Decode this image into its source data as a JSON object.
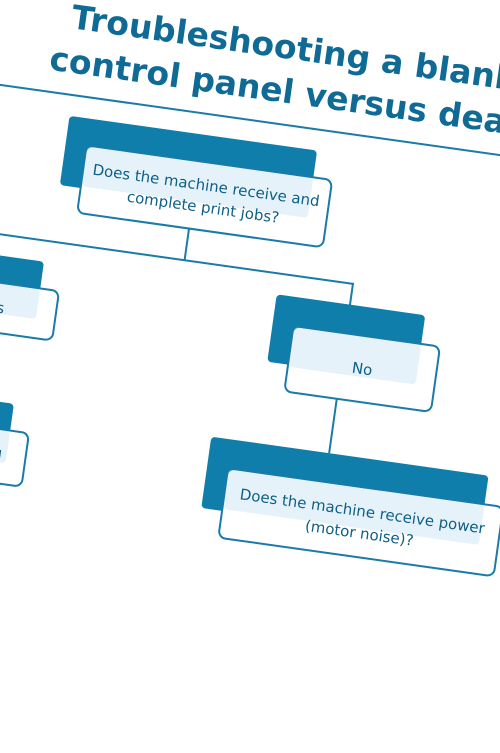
{
  "diagram": {
    "title_line1": "Troubleshooting a blank display",
    "title_line2": "control panel versus dead printer",
    "nodes": {
      "root": "Does the machine receive and complete print jobs?",
      "yes": "Yes",
      "no": "No",
      "control": "Control panel",
      "power": "Does the machine receive power (motor noise)?"
    }
  },
  "colors": {
    "accent": "#0f7eab",
    "line": "#1a7aa8",
    "text": "#0d5f87"
  }
}
